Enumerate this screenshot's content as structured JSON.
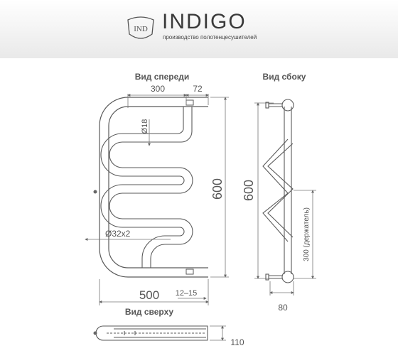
{
  "brand": {
    "logo_text": "IND",
    "name": "INDIGO",
    "tagline": "производство полотенцесушителей"
  },
  "views": {
    "front_title": "Вид спереди",
    "side_title": "Вид сбоку",
    "top_title": "Вид сверху"
  },
  "dimensions": {
    "top_width": "300",
    "top_offset": "72",
    "pipe_small": "Ø18",
    "pipe_main": "Ø32х2",
    "front_height": "600",
    "bottom_width": "500",
    "clearance": "12–15",
    "side_height": "600",
    "holder_distance": "300 (держатель)",
    "side_depth": "80",
    "top_depth": "110"
  },
  "colors": {
    "line": "#5a5a5a",
    "dim_line": "#777777",
    "header_bg": "#ececec"
  }
}
